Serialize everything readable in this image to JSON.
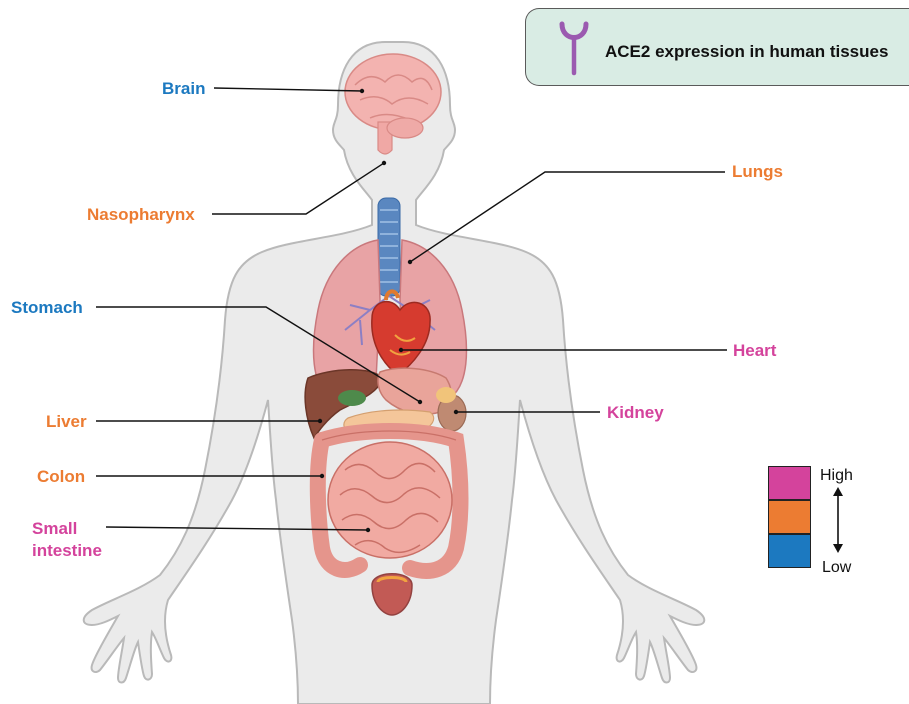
{
  "title": "ACE2 expression in human tissues",
  "labels": {
    "brain": "Brain",
    "nasopharynx": "Nasopharynx",
    "stomach": "Stomach",
    "liver": "Liver",
    "colon": "Colon",
    "small_intestine_1": "Small",
    "small_intestine_2": "intestine",
    "lungs": "Lungs",
    "heart": "Heart",
    "kidney": "Kidney"
  },
  "scale": {
    "high": "High",
    "low": "Low"
  },
  "colors": {
    "high": "#d4439c",
    "medium": "#ec7c32",
    "low": "#1c79c0",
    "legend_bg": "#d9ece4",
    "receptor": "#9b5ab0"
  }
}
